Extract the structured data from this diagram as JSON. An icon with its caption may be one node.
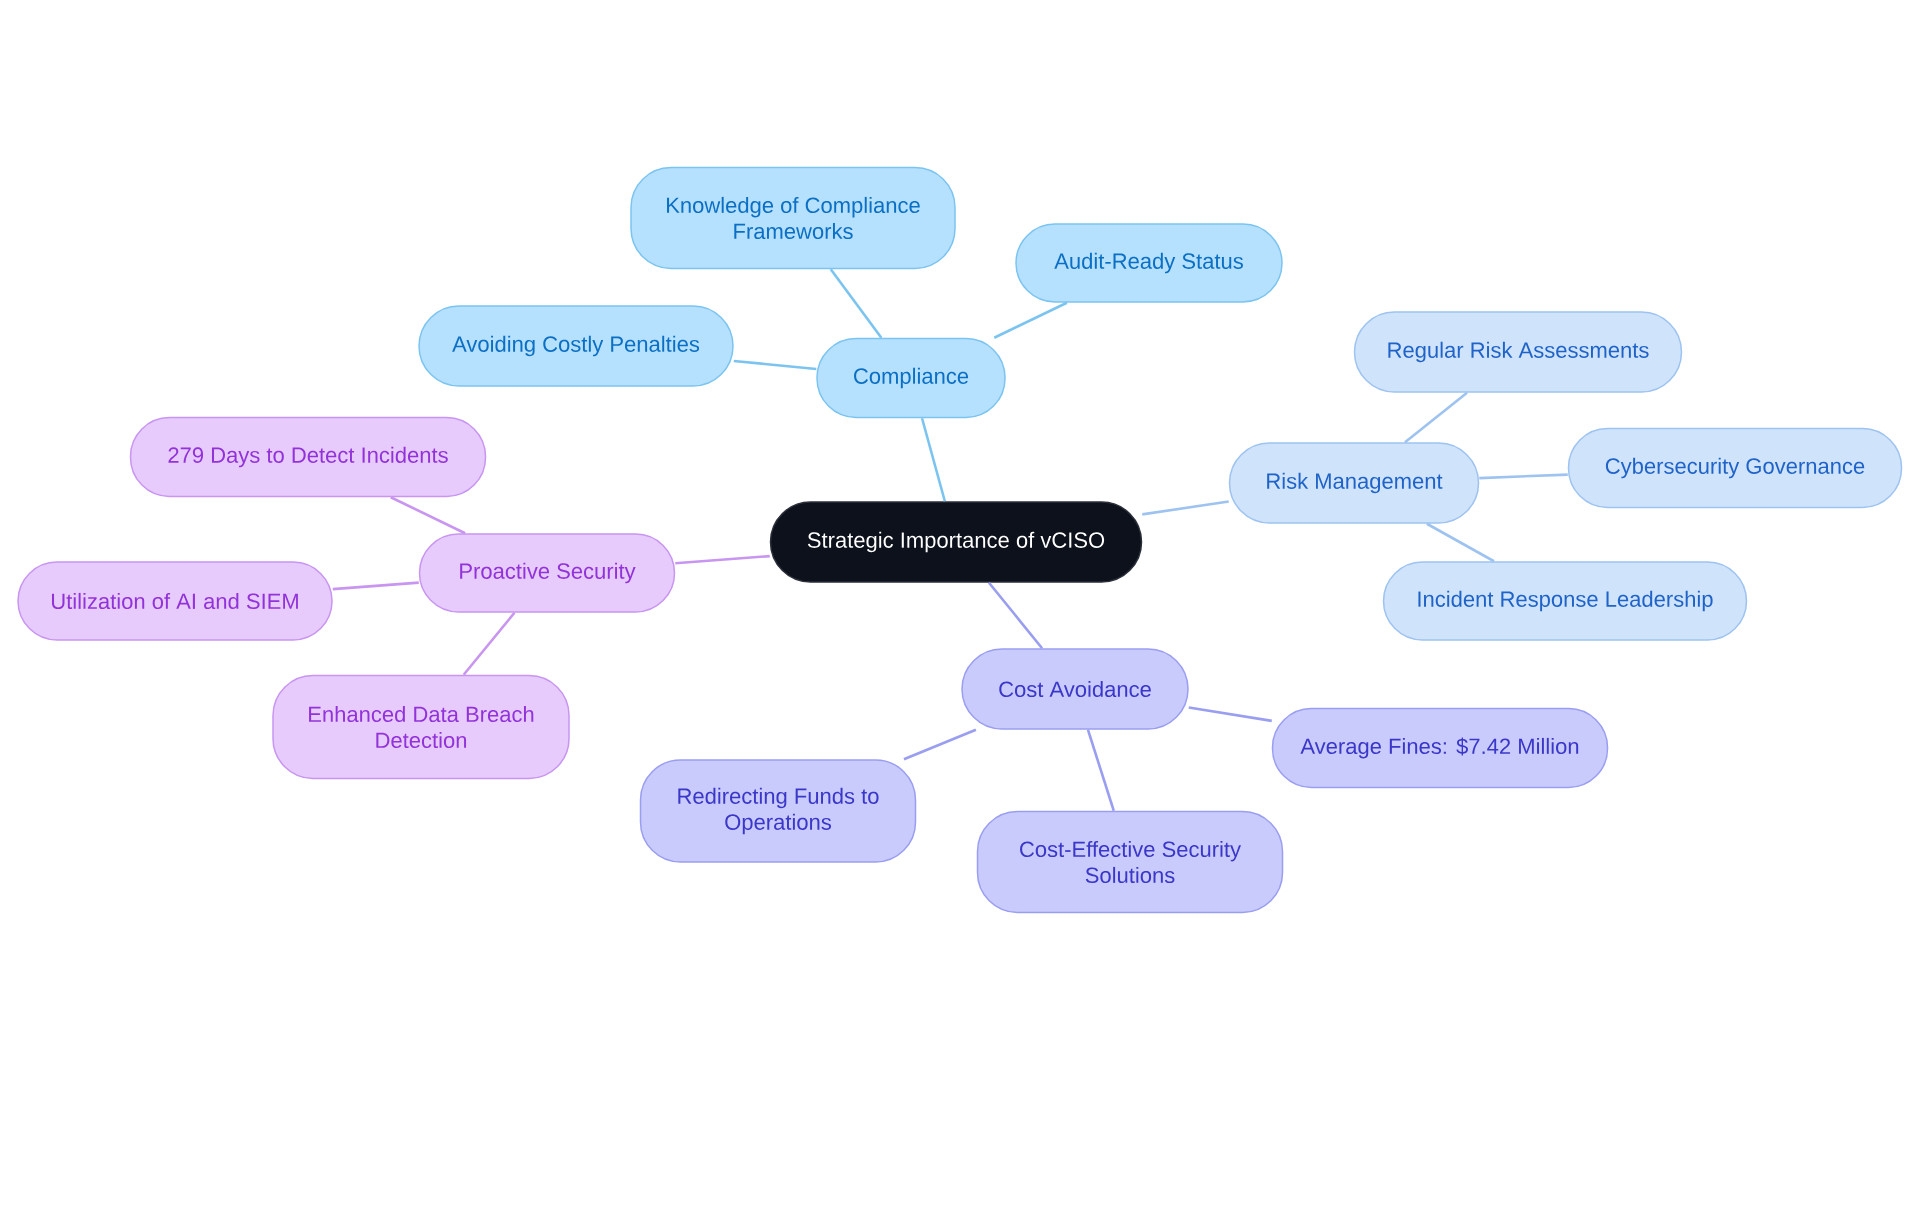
{
  "diagram": {
    "nodes": [
      {
        "text": [
          "Strategic Importance of vCISO"
        ]
      },
      {
        "text": [
          "Compliance"
        ]
      },
      {
        "text": [
          "Knowledge of Compliance Frameworks"
        ]
      },
      {
        "text": [
          "Audit-Ready Status"
        ]
      },
      {
        "text": [
          "Avoiding Costly Penalties"
        ]
      },
      {
        "text": [
          "Risk Management"
        ]
      },
      {
        "text": [
          "Regular Risk Assessments"
        ]
      },
      {
        "text": [
          "Cybersecurity Governance"
        ]
      },
      {
        "text": [
          "Incident Response Leadership"
        ]
      },
      {
        "text": [
          "Cost Avoidance"
        ]
      },
      {
        "text": [
          "Average Fines: $7.42 Million"
        ]
      },
      {
        "text": [
          "Cost-Effective Security Solutions"
        ]
      },
      {
        "text": [
          "Redirecting Funds to Operations"
        ]
      },
      {
        "text": [
          "Proactive Security"
        ]
      },
      {
        "text": [
          "279 Days to Detect Incidents"
        ]
      },
      {
        "text": [
          "Utilization of AI and SIEM"
        ]
      },
      {
        "text": [
          "Enhanced Data Breach Detection"
        ]
      }
    ],
    "edges": [
      {
        "from": 0,
        "to": 1,
        "arrow": "none",
        "color": "#7cc4f0"
      },
      {
        "from": 1,
        "to": 2,
        "arrow": "none",
        "color": "#7cc4f0"
      },
      {
        "from": 1,
        "to": 3,
        "arrow": "none",
        "color": "#7cc4f0"
      },
      {
        "from": 1,
        "to": 4,
        "arrow": "none",
        "color": "#7cc4f0"
      },
      {
        "from": 0,
        "to": 5,
        "arrow": "none",
        "color": "#9ec3f0"
      },
      {
        "from": 5,
        "to": 6,
        "arrow": "none",
        "color": "#9ec3f0"
      },
      {
        "from": 5,
        "to": 7,
        "arrow": "none",
        "color": "#9ec3f0"
      },
      {
        "from": 5,
        "to": 8,
        "arrow": "none",
        "color": "#9ec3f0"
      },
      {
        "from": 0,
        "to": 9,
        "arrow": "none",
        "color": "#9a9ef0"
      },
      {
        "from": 9,
        "to": 10,
        "arrow": "none",
        "color": "#9a9ef0"
      },
      {
        "from": 9,
        "to": 11,
        "arrow": "none",
        "color": "#9a9ef0"
      },
      {
        "from": 9,
        "to": 12,
        "arrow": "none",
        "color": "#9a9ef0"
      },
      {
        "from": 0,
        "to": 13,
        "arrow": "none",
        "color": "#c895f0"
      },
      {
        "from": 13,
        "to": 14,
        "arrow": "none",
        "color": "#c895f0"
      },
      {
        "from": 13,
        "to": 15,
        "arrow": "none",
        "color": "#c895f0"
      },
      {
        "from": 13,
        "to": 16,
        "arrow": "none",
        "color": "#c895f0"
      }
    ]
  }
}
